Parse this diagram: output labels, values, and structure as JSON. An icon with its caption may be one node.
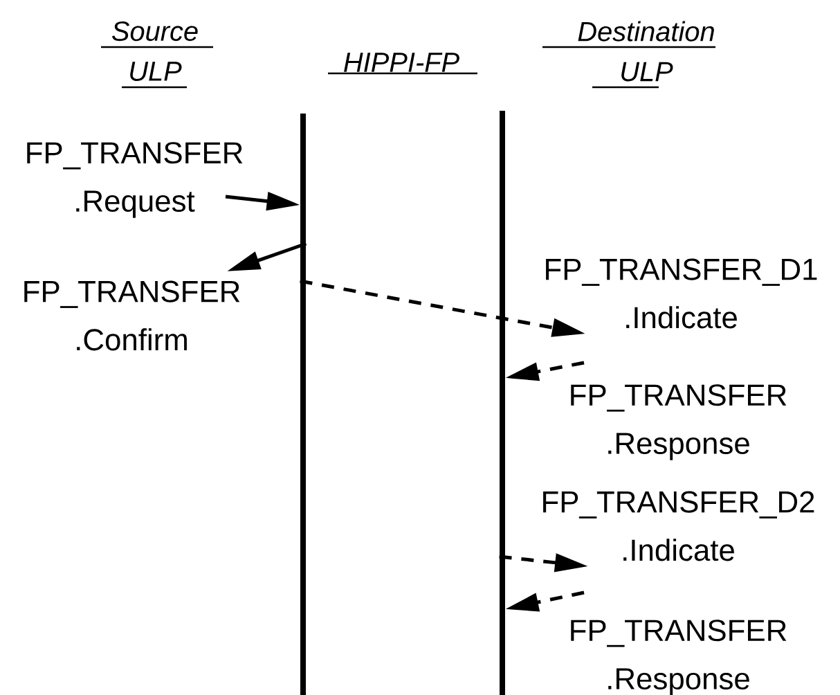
{
  "diagram": {
    "nodes": [
      {
        "text": [],
        "shape": "bar"
      },
      {
        "text": [],
        "shape": "bar"
      },
      {
        "text": [
          "FP_TRANSFER .Request"
        ]
      },
      {
        "text": [
          "FP_TRANSFER .Confirm"
        ]
      },
      {
        "text": [
          "FP_TRANSFER_D1 .Indicate"
        ]
      },
      {
        "text": [
          "FP_TRANSFER .Response"
        ]
      },
      {
        "text": [
          "FP_TRANSFER_D2 .Indicate"
        ]
      },
      {
        "text": [
          "FP_TRANSFER .Response"
        ]
      }
    ],
    "edges": [
      {
        "from": 2,
        "to": 0,
        "arrow": "to"
      },
      {
        "from": 0,
        "to": 3,
        "arrow": "to"
      },
      {
        "from": 0,
        "to": 4,
        "arrow": "to",
        "style": "dashed"
      },
      {
        "from": 5,
        "to": 1,
        "arrow": "to",
        "style": "dashed"
      },
      {
        "from": 1,
        "to": 6,
        "arrow": "to",
        "style": "dashed"
      },
      {
        "from": 7,
        "to": 1,
        "arrow": "to",
        "style": "dashed"
      }
    ],
    "labels": [
      "Source ULP",
      "HIPPI-FP",
      "Destination ULP"
    ]
  }
}
